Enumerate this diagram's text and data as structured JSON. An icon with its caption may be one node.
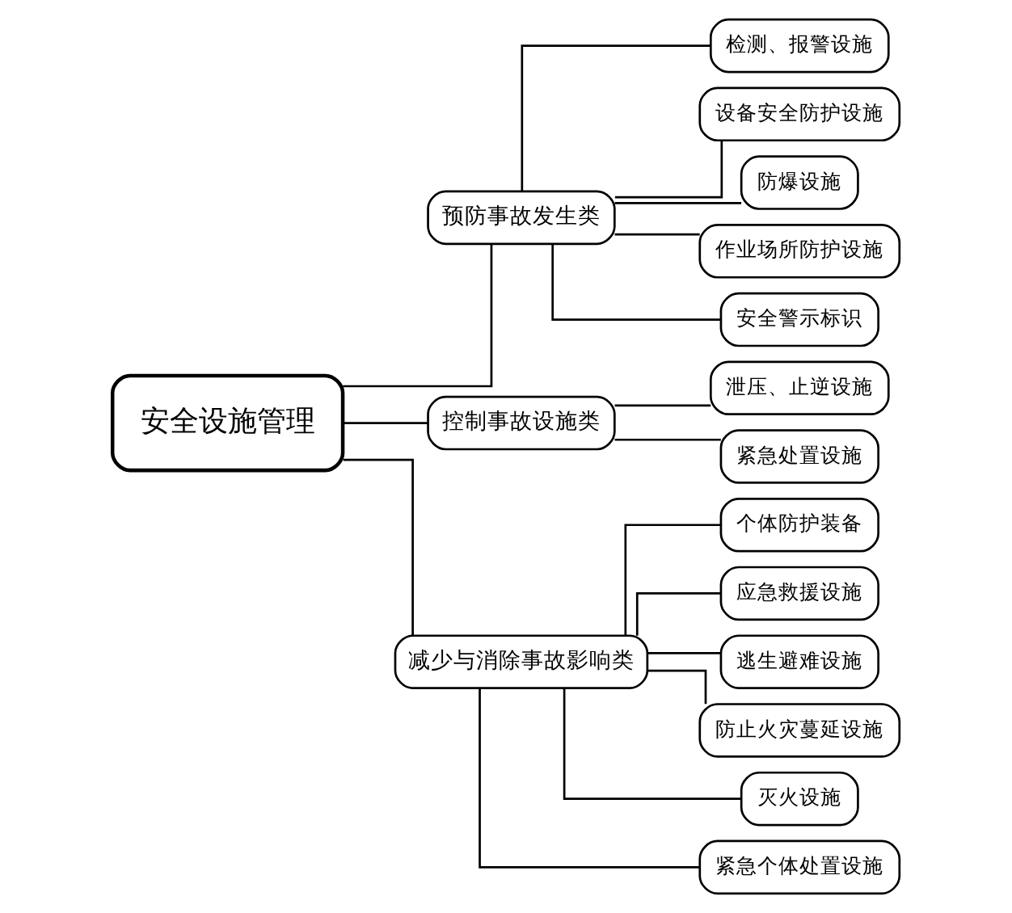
{
  "diagram": {
    "nodes": [
      {
        "text": [
          "安全设施管理"
        ]
      },
      {
        "text": [
          "预防事故发生类"
        ]
      },
      {
        "text": [
          "检测、报警设施"
        ]
      },
      {
        "text": [
          "设备安全防护设施"
        ]
      },
      {
        "text": [
          "防爆设施"
        ]
      },
      {
        "text": [
          "作业场所防护设施"
        ]
      },
      {
        "text": [
          "安全警示标识"
        ]
      },
      {
        "text": [
          "控制事故设施类"
        ]
      },
      {
        "text": [
          "泄压、止逆设施"
        ]
      },
      {
        "text": [
          "紧急处置设施"
        ]
      },
      {
        "text": [
          "减少与消除事故影响类"
        ]
      },
      {
        "text": [
          "个体防护装备"
        ]
      },
      {
        "text": [
          "应急救援设施"
        ]
      },
      {
        "text": [
          "逃生避难设施"
        ]
      },
      {
        "text": [
          "防止火灾蔓延设施"
        ]
      },
      {
        "text": [
          "灭火设施"
        ]
      },
      {
        "text": [
          "紧急个体处置设施"
        ]
      }
    ],
    "edges": [
      {
        "from": 0,
        "to": 1,
        "arrow": "none"
      },
      {
        "from": 0,
        "to": 7,
        "arrow": "none"
      },
      {
        "from": 0,
        "to": 10,
        "arrow": "none"
      },
      {
        "from": 1,
        "to": 2,
        "arrow": "none"
      },
      {
        "from": 1,
        "to": 3,
        "arrow": "none"
      },
      {
        "from": 1,
        "to": 4,
        "arrow": "none"
      },
      {
        "from": 1,
        "to": 5,
        "arrow": "none"
      },
      {
        "from": 1,
        "to": 6,
        "arrow": "none"
      },
      {
        "from": 7,
        "to": 8,
        "arrow": "none"
      },
      {
        "from": 7,
        "to": 9,
        "arrow": "none"
      },
      {
        "from": 10,
        "to": 11,
        "arrow": "none"
      },
      {
        "from": 10,
        "to": 12,
        "arrow": "none"
      },
      {
        "from": 10,
        "to": 13,
        "arrow": "none"
      },
      {
        "from": 10,
        "to": 14,
        "arrow": "none"
      },
      {
        "from": 10,
        "to": 15,
        "arrow": "none"
      },
      {
        "from": 10,
        "to": 16,
        "arrow": "none"
      }
    ]
  }
}
